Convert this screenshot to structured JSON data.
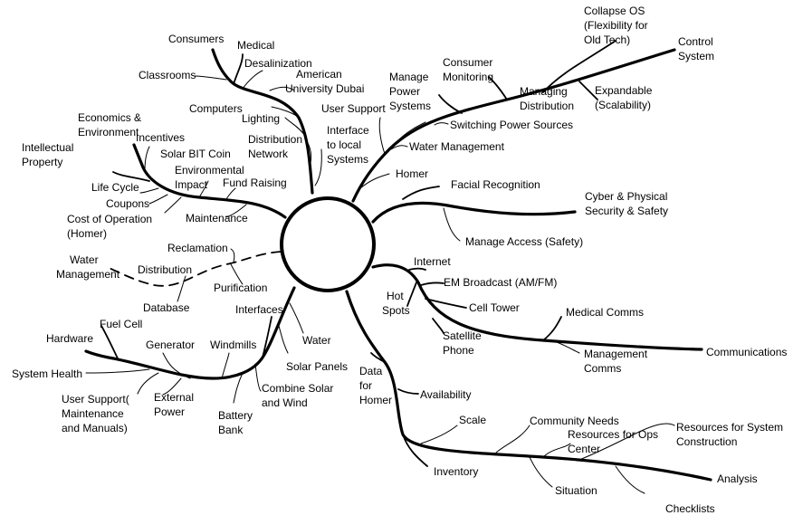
{
  "center_node": {
    "text": ""
  },
  "labels": {
    "consumers": "Consumers",
    "medical": "Medical",
    "classrooms": "Classrooms",
    "desalinization": "Desalinization",
    "american_university_dubai": [
      "American",
      "University Dubai"
    ],
    "computers": "Computers",
    "lighting": "Lighting",
    "distribution_network": [
      "Distribution",
      "Network"
    ],
    "user_support": "User Support",
    "interface_local_systems": [
      "Interface",
      "to local",
      "Systems"
    ],
    "manage_power_systems": [
      "Manage",
      "Power",
      "Systems"
    ],
    "consumer_monitoring": [
      "Consumer",
      "Monitoring"
    ],
    "managing_distribution": [
      "Managing",
      "Distribution"
    ],
    "collapse_os": [
      "Collapse OS",
      "(Flexibility for",
      "Old Tech)"
    ],
    "control_system": [
      "Control",
      "System"
    ],
    "expandable": [
      "Expandable",
      "(Scalability)"
    ],
    "switching_power_sources": "Switching Power Sources",
    "water_management_top": "Water Management",
    "homer_top": "Homer",
    "economics_environment": [
      "Economics &",
      "Environment"
    ],
    "incentives": "Incentives",
    "intellectual_property": [
      "Intellectual",
      "Property"
    ],
    "solar_bit_coin": "Solar BIT Coin",
    "environmental_impact": [
      "Environmental",
      "Impact"
    ],
    "fund_raising": "Fund Raising",
    "life_cycle": "Life Cycle",
    "coupons": "Coupons",
    "cost_of_operation": [
      "Cost of Operation",
      "(Homer)"
    ],
    "maintenance": "Maintenance",
    "facial_recognition": "Facial Recognition",
    "cyber_physical": [
      "Cyber & Physical",
      "Security & Safety"
    ],
    "manage_access": "Manage Access (Safety)",
    "reclamation": "Reclamation",
    "water_management_left": [
      "Water",
      "Management"
    ],
    "distribution": "Distribution",
    "purification": "Purification",
    "database": "Database",
    "internet": "Internet",
    "em_broadcast": "EM Broadcast (AM/FM)",
    "hot_spots": [
      "Hot",
      "Spots"
    ],
    "cell_tower": "Cell Tower",
    "satellite_phone": [
      "Satellite",
      "Phone"
    ],
    "medical_comms": "Medical Comms",
    "management_comms": [
      "Management",
      "Comms"
    ],
    "communications": "Communications",
    "interfaces": "Interfaces",
    "fuel_cell": "Fuel Cell",
    "hardware": "Hardware",
    "generator": "Generator",
    "windmills": "Windmills",
    "water_bottom": "Water",
    "solar_panels": "Solar Panels",
    "system_health": "System Health",
    "user_support_maintenance": [
      "User Support(",
      "Maintenance",
      "and Manuals)"
    ],
    "external_power": [
      "External",
      "Power"
    ],
    "battery_bank": [
      "Battery",
      "Bank"
    ],
    "combine_solar_wind": [
      "Combine Solar",
      "and Wind"
    ],
    "data_for_homer": [
      "Data",
      "for",
      "Homer"
    ],
    "availability": "Availability",
    "scale": "Scale",
    "inventory": "Inventory",
    "community_needs": "Community Needs",
    "resources_ops_center": [
      "Resources for Ops",
      "Center"
    ],
    "resources_system_construction": [
      "Resources for System",
      "Construction"
    ],
    "situation": "Situation",
    "analysis": "Analysis",
    "checklists": "Checklists"
  }
}
